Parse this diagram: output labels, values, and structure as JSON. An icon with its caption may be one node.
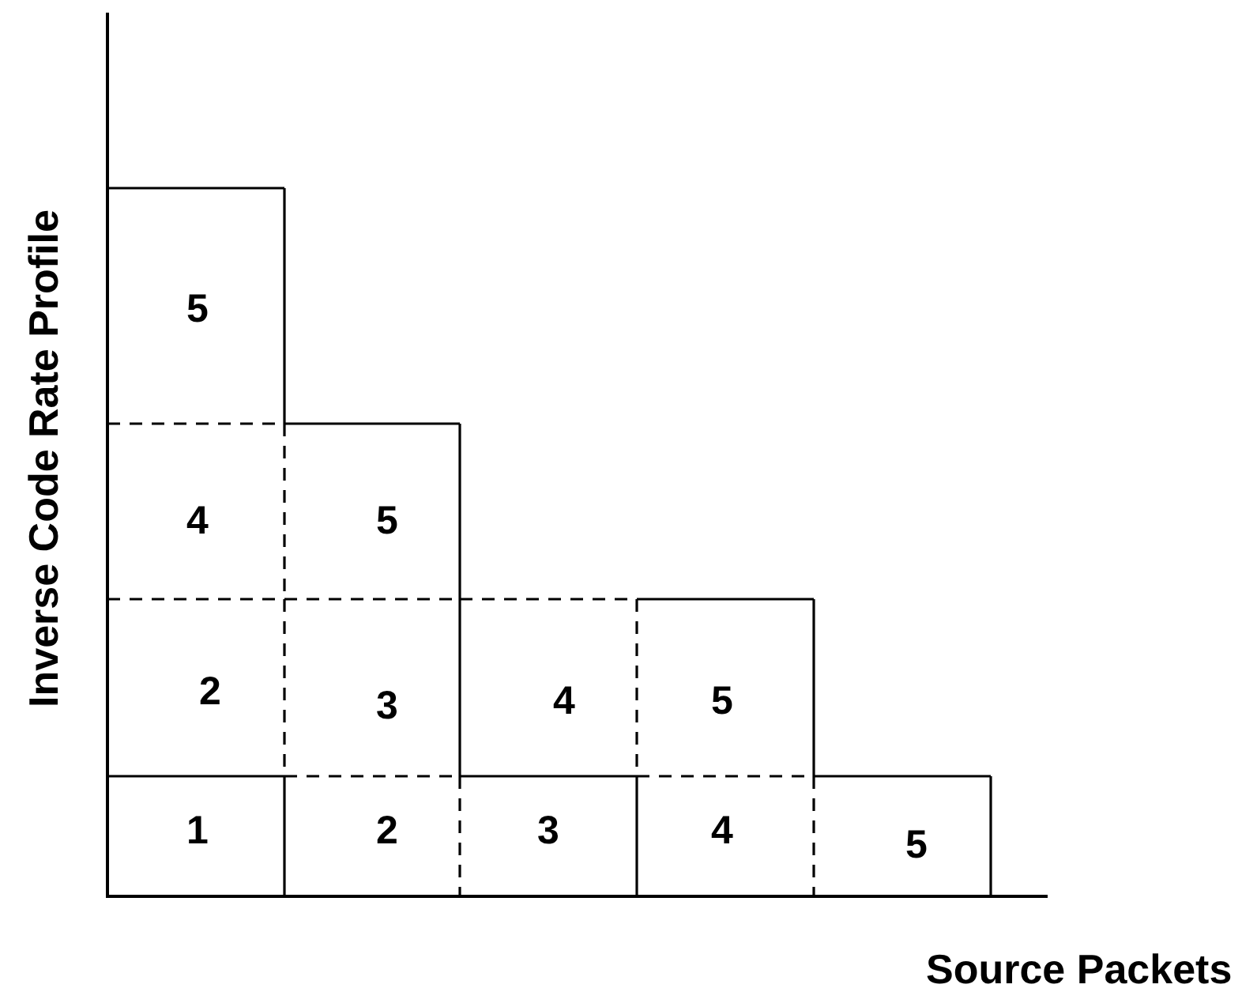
{
  "diagram": {
    "labels": [
      "Inverse Code Rate Profile",
      "5",
      "4",
      "5",
      "2",
      "3",
      "4",
      "5",
      "1",
      "2",
      "3",
      "4",
      "5",
      "Source Packets"
    ]
  }
}
